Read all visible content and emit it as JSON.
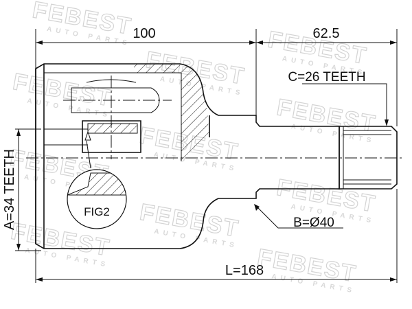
{
  "watermark": {
    "brand": "FEBEST",
    "sub": "AUTO PARTS"
  },
  "dimensions": {
    "top_left": "100",
    "top_right": "62.5",
    "spline_c": "C=26 TEETH",
    "diameter_b": "B=Ø40",
    "length_l": "L=168",
    "teeth_a": "A=34 TEETH"
  },
  "detail": {
    "label": "FIG2"
  },
  "colors": {
    "line": "#111111",
    "watermark": "#d4d4d4"
  }
}
